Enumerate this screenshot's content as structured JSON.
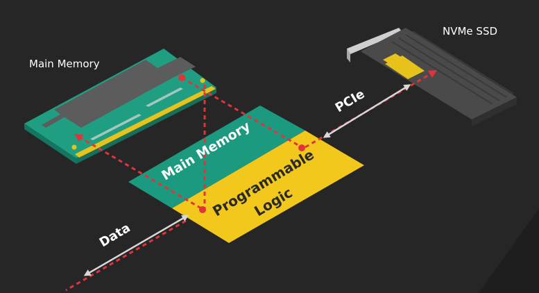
{
  "labels": {
    "main_memory_top": "Main Memory",
    "nvme_ssd": "NVMe SSD",
    "pcie": "PCIe",
    "data": "Data",
    "block_main_memory": "Main Memory",
    "block_logic_line1": "Programmable",
    "block_logic_line2": "Logic"
  },
  "colors": {
    "background": "#262626",
    "ram_green": "#1f9e82",
    "ram_chip": "#5a5a5a",
    "teal_block": "#1b9a80",
    "yellow_block": "#f2c81c",
    "arrow_red": "#e0333a",
    "arrow_white": "#d8d8d8",
    "ssd_gray": "#4a4a4a"
  }
}
